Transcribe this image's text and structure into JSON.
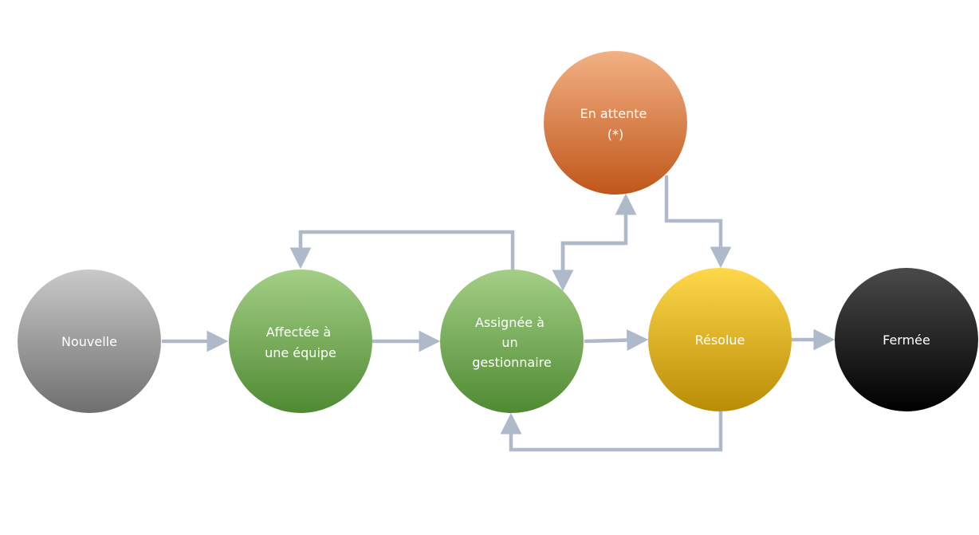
{
  "diagram": {
    "nodes": [
      {
        "id": "nouvelle",
        "lines": [
          "Nouvelle"
        ],
        "colors": [
          "#c9c9c9",
          "#6f6f6f"
        ]
      },
      {
        "id": "affectee",
        "lines": [
          "Affectée à",
          "une équipe"
        ],
        "colors": [
          "#a3cf86",
          "#4f8a32"
        ]
      },
      {
        "id": "assignee",
        "lines": [
          "Assignée à",
          "un",
          "gestionnaire"
        ],
        "colors": [
          "#a3cf86",
          "#4f8a32"
        ]
      },
      {
        "id": "en-attente",
        "lines": [
          "En attente",
          "(*)"
        ],
        "colors": [
          "#f2b184",
          "#c0561a"
        ]
      },
      {
        "id": "resolue",
        "lines": [
          "Résolue"
        ],
        "colors": [
          "#ffd84a",
          "#b98c05"
        ]
      },
      {
        "id": "fermee",
        "lines": [
          "Fermée"
        ],
        "colors": [
          "#4a4a4a",
          "#000000"
        ]
      }
    ],
    "edges": [
      {
        "from": "nouvelle",
        "to": "affectee"
      },
      {
        "from": "affectee",
        "to": "assignee"
      },
      {
        "from": "assignee",
        "to": "resolue"
      },
      {
        "from": "resolue",
        "to": "fermee"
      },
      {
        "from": "assignee",
        "to": "affectee"
      },
      {
        "from": "assignee",
        "to": "en-attente"
      },
      {
        "from": "en-attente",
        "to": "assignee"
      },
      {
        "from": "en-attente",
        "to": "resolue"
      },
      {
        "from": "resolue",
        "to": "assignee"
      }
    ],
    "colors": {
      "connector": "#aeb9ca",
      "label": "#ffffff"
    }
  }
}
